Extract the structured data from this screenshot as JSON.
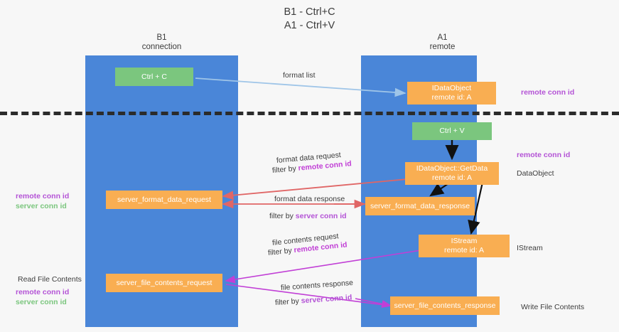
{
  "title": {
    "line1": "B1 - Ctrl+C",
    "line2": "A1 - Ctrl+V"
  },
  "columns": [
    {
      "name": "B1",
      "sub": "connection"
    },
    {
      "name": "A1",
      "sub": "remote"
    }
  ],
  "nodes": {
    "ctrl_c": "Ctrl + C",
    "ctrl_v": "Ctrl + V",
    "data_object_top_l1": "IDataObject",
    "data_object_top_l2": "remote id: A",
    "get_data_l1": "IDataObject::GetData",
    "get_data_l2": "remote id: A",
    "istream_l1": "IStream",
    "istream_l2": "remote id: A",
    "server_format_data_request": "server_format_data_request",
    "server_format_data_response": "server_format_data_response",
    "server_file_contents_request": "server_file_contents_request",
    "server_file_contents_response": "server_file_contents_response"
  },
  "edges": {
    "format_list": "format list",
    "format_data_request": "format data request",
    "format_data_request_filter_prefix": "filter by ",
    "format_data_request_filter_key": "remote conn id",
    "format_data_response": "format data response",
    "format_data_response_filter_prefix": "filter by ",
    "format_data_response_filter_key": "server conn id",
    "file_contents_request": "file contents request",
    "file_contents_request_filter_prefix": "filter by ",
    "file_contents_request_filter_key": "remote conn id",
    "file_contents_response": "file contents response",
    "file_contents_response_filter_prefix": "filter by ",
    "file_contents_response_filter_key": "server conn id"
  },
  "annotations": {
    "right_remote_conn_id_top": "remote conn id",
    "right_remote_conn_id_mid": "remote conn id",
    "right_data_object": "DataObject",
    "right_istream": "IStream",
    "right_write_file_contents": "Write File Contents",
    "left_remote_conn_id": "remote conn id",
    "left_server_conn_id": "server conn id",
    "left_read_file_contents": "Read File Contents",
    "left_remote_conn_id_2": "remote conn id",
    "left_server_conn_id_2": "server conn id"
  },
  "colors": {
    "lane": "#4a86d8",
    "node_green": "#7bc67e",
    "node_orange": "#f9ae52",
    "arrow_blue": "#9fc5e8",
    "arrow_red": "#e06666",
    "arrow_magenta": "#c13fd6",
    "arrow_black": "#000000",
    "divider": "#2b2b2b",
    "text": "#3c3c3c"
  }
}
